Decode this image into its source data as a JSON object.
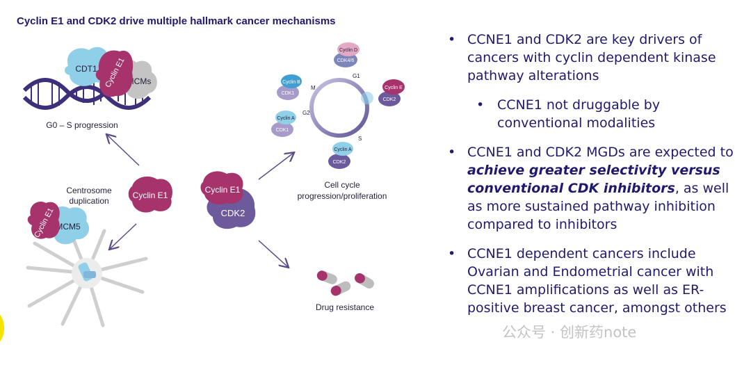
{
  "title": "Cyclin E1 and CDK2 drive multiple hallmark cancer mechanisms",
  "diagram": {
    "g0s": {
      "label": "G0 – S progression",
      "proteins": {
        "cdt1": "CDT1",
        "cyclin_e1": "Cyclin E1",
        "mcms": "MCMs"
      }
    },
    "centrosome": {
      "label": "Centrosome duplication",
      "proteins": {
        "cyclin_e1": "Cyclin E1",
        "mcm5": "MCM5"
      }
    },
    "central": {
      "cyclin_e1": "Cyclin E1",
      "complex_cyclin": "Cyclin E1",
      "complex_cdk": "CDK2"
    },
    "cell_cycle": {
      "label": "Cell cycle progression/proliferation",
      "phases": {
        "g1": "G1",
        "s": "S",
        "g2": "G2",
        "m": "M"
      },
      "complexes": {
        "d_cyclin": "Cyclin D",
        "d_cdk": "CDK4/6",
        "e_cyclin": "Cyclin E",
        "e_cdk": "CDK2",
        "a1_cyclin": "Cyclin A",
        "a1_cdk": "CDK2",
        "a2_cyclin": "Cyclin A",
        "a2_cdk": "CDK1",
        "b_cyclin": "Cyclin B",
        "b_cdk": "CDK1"
      }
    },
    "drug_resistance": {
      "label": "Drug resistance"
    },
    "colors": {
      "magenta": "#a6336c",
      "light_blue": "#8fcfe8",
      "gray": "#bdbdbd",
      "purple": "#6c5a9c",
      "navy": "#1f1a70"
    }
  },
  "bullets": {
    "b1": "CCNE1 and CDK2 are key drivers of cancers with cyclin dependent kinase pathway alterations",
    "b1_sub": "CCNE1 not druggable by conventional modalities",
    "b2_pre": "CCNE1 and CDK2 MGDs are expected to ",
    "b2_emph": "achieve greater selectivity versus conventional CDK inhibitors",
    "b2_post": ", as well as more sustained pathway inhibition compared to inhibitors",
    "b3": "CCNE1 dependent cancers include Ovarian and Endometrial cancer with CCNE1 amplifications as well as ER-positive breast cancer, amongst others"
  },
  "watermark": "公众号 · 创新药note"
}
